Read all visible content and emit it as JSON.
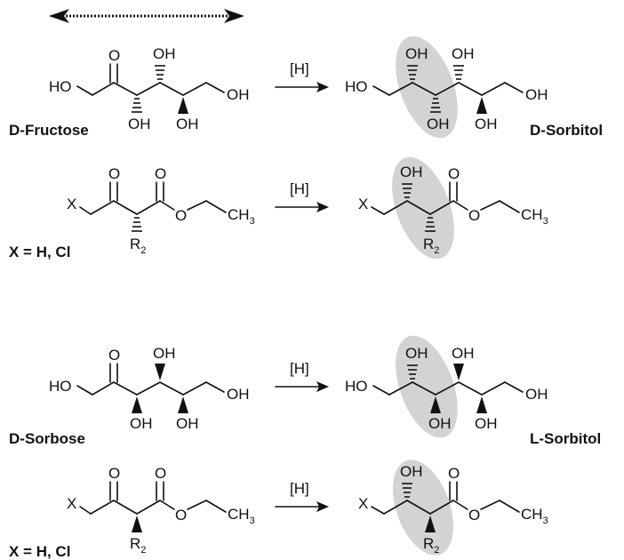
{
  "figure": {
    "reagent": "[H]",
    "atoms": {
      "ho": "HO",
      "oh": "OH",
      "o": "O",
      "x": "X",
      "ch3": "CH",
      "three": "3",
      "r": "R",
      "two": "2"
    },
    "rows": [
      {
        "reactant_label": "D-Fructose",
        "product_label": "D-Sorbitol"
      },
      {
        "reactant_label": "X = H, Cl"
      },
      {
        "reactant_label": "D-Sorbose",
        "product_label": "L-Sorbitol"
      },
      {
        "reactant_label": "X = H, Cl"
      }
    ]
  },
  "colors": {
    "ink": "#111111",
    "highlight": "#d3d3d3",
    "double_arrow": "#111111"
  }
}
